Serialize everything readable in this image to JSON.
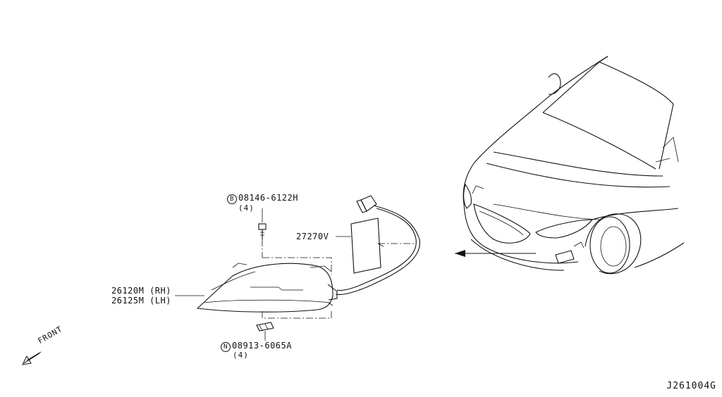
{
  "parts": {
    "bolt": {
      "prefix": "B",
      "number": "08146-6122H",
      "qty": "(4)"
    },
    "harness": {
      "number": "27270V"
    },
    "lamp": {
      "rh": "26120M (RH)",
      "lh": "26125M (LH)"
    },
    "nut": {
      "prefix": "N",
      "number": "08913-6065A",
      "qty": "(4)"
    }
  },
  "front_label": "FRONT",
  "diagram_code": "J261004G"
}
